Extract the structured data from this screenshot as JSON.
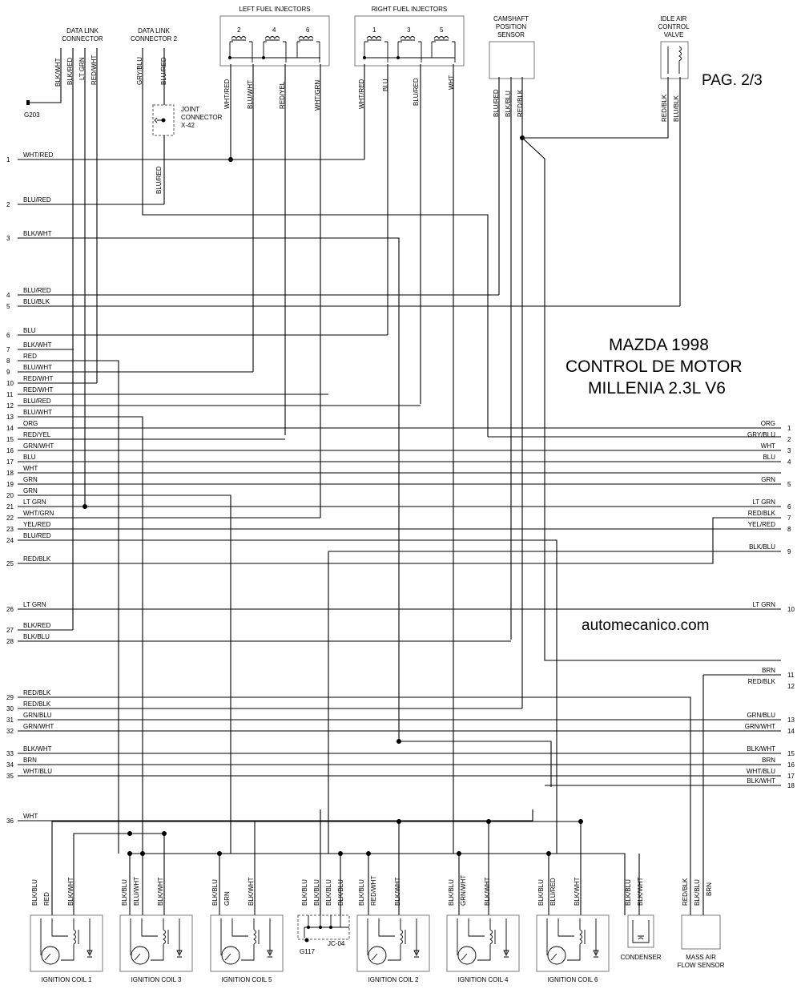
{
  "header": {
    "page": "PAG. 2/3",
    "title_lines": [
      "MAZDA 1998",
      "CONTROL DE MOTOR",
      "MILLENIA 2.3L V6"
    ],
    "website": "automecanico.com"
  },
  "components": {
    "data_link_connector": [
      "DATA LINK",
      "CONNECTOR"
    ],
    "data_link_connector_2": [
      "DATA LINK",
      "CONNECTOR 2"
    ],
    "joint_connector": [
      "JOINT",
      "CONNECTOR",
      "X-42"
    ],
    "left_injectors": "LEFT FUEL INJECTORS",
    "right_injectors": "RIGHT FUEL INJECTORS",
    "camshaft_sensor": [
      "CAMSHAFT",
      "POSITION",
      "SENSOR"
    ],
    "iac_valve": [
      "IDLE AIR",
      "CONTROL",
      "VALVE"
    ],
    "ground_g203": "G203",
    "ground_g117": "G117",
    "jc04": "JC-04",
    "condenser": "CONDENSER",
    "maf_sensor": [
      "MASS AIR",
      "FLOW SENSOR"
    ],
    "coils": [
      "IGNITION COIL 1",
      "IGNITION COIL 3",
      "IGNITION COIL 5",
      "IGNITION COIL 2",
      "IGNITION COIL 4",
      "IGNITION COIL 6"
    ],
    "left_injector_numbers": [
      "2",
      "4",
      "6"
    ],
    "right_injector_numbers": [
      "1",
      "3",
      "5"
    ]
  },
  "top_wire_labels": {
    "dlc": [
      "BLK/WHT",
      "BLK/RED",
      "LT GRN",
      "RED/WHT"
    ],
    "dlc2": [
      "GRY/BLU",
      "BLU/RED"
    ],
    "x42_lower": "BLU/RED",
    "left_inj": [
      "WHT/RED",
      "BLU/WHT",
      "RED/YEL",
      "WHT/GRN"
    ],
    "right_inj": [
      "WHT/RED",
      "BLU",
      "BLU/RED",
      "WHT"
    ],
    "cmp": [
      "BLU/RED",
      "BLK/BLU",
      "RED/BLK"
    ],
    "iac": [
      "RED/BLK",
      "BLU/BLK"
    ]
  },
  "left_pins": [
    {
      "n": "1",
      "label": "WHT/RED"
    },
    {
      "n": "2",
      "label": "BLU/RED"
    },
    {
      "n": "3",
      "label": "BLK/WHT"
    },
    {
      "n": "4",
      "label": "BLU/RED"
    },
    {
      "n": "5",
      "label": "BLU/BLK"
    },
    {
      "n": "6",
      "label": "BLU"
    },
    {
      "n": "7",
      "label": "BLK/WHT"
    },
    {
      "n": "8",
      "label": "RED"
    },
    {
      "n": "9",
      "label": "BLU/WHT"
    },
    {
      "n": "10",
      "label": "RED/WHT"
    },
    {
      "n": "11",
      "label": "RED/WHT"
    },
    {
      "n": "12",
      "label": "BLU/RED"
    },
    {
      "n": "13",
      "label": "BLU/WHT"
    },
    {
      "n": "14",
      "label": "ORG"
    },
    {
      "n": "15",
      "label": "RED/YEL"
    },
    {
      "n": "16",
      "label": "GRN/WHT"
    },
    {
      "n": "17",
      "label": "BLU"
    },
    {
      "n": "18",
      "label": "WHT"
    },
    {
      "n": "19",
      "label": "GRN"
    },
    {
      "n": "20",
      "label": "GRN"
    },
    {
      "n": "21",
      "label": "LT GRN"
    },
    {
      "n": "22",
      "label": "WHT/GRN"
    },
    {
      "n": "23",
      "label": "YEL/RED"
    },
    {
      "n": "24",
      "label": "BLU/RED"
    },
    {
      "n": "25",
      "label": "RED/BLK"
    },
    {
      "n": "26",
      "label": "LT GRN"
    },
    {
      "n": "27",
      "label": "BLK/RED"
    },
    {
      "n": "28",
      "label": "BLK/BLU"
    },
    {
      "n": "29",
      "label": "RED/BLK"
    },
    {
      "n": "30",
      "label": "RED/BLK"
    },
    {
      "n": "31",
      "label": "GRN/BLU"
    },
    {
      "n": "32",
      "label": "GRN/WHT"
    },
    {
      "n": "33",
      "label": "BLK/WHT"
    },
    {
      "n": "34",
      "label": "BRN"
    },
    {
      "n": "35",
      "label": "WHT/BLU"
    },
    {
      "n": "36",
      "label": "WHT"
    }
  ],
  "right_pins": [
    {
      "n": "1",
      "label": "ORG"
    },
    {
      "n": "2",
      "label": "GRY/BLU"
    },
    {
      "n": "3",
      "label": "WHT"
    },
    {
      "n": "4",
      "label": "BLU"
    },
    {
      "n": "5",
      "label": "GRN"
    },
    {
      "n": "6",
      "label": "LT GRN"
    },
    {
      "n": "7",
      "label": "RED/BLK"
    },
    {
      "n": "8",
      "label": "YEL/RED"
    },
    {
      "n": "9",
      "label": "BLK/BLU"
    },
    {
      "n": "10",
      "label": "LT GRN"
    },
    {
      "n": "11",
      "label": "BRN"
    },
    {
      "n": "12",
      "label": "RED/BLK"
    },
    {
      "n": "13",
      "label": "GRN/BLU"
    },
    {
      "n": "14",
      "label": "GRN/WHT"
    },
    {
      "n": "15",
      "label": "BLK/WHT"
    },
    {
      "n": "16",
      "label": "BRN"
    },
    {
      "n": "17",
      "label": "WHT/BLU"
    },
    {
      "n": "18",
      "label": "BLK/WHT"
    }
  ],
  "bottom_wire_labels": {
    "coil1": [
      "BLK/BLU",
      "RED",
      "BLK/WHT"
    ],
    "coil3": [
      "BLK/BLU",
      "BLU/WHT",
      "BLK/WHT"
    ],
    "coil5": [
      "BLK/BLU",
      "GRN",
      "BLK/WHT"
    ],
    "g117": [
      "BLK/BLU",
      "BLK/BLU",
      "BLK/BLU",
      "BLK/BLU"
    ],
    "coil2": [
      "BLK/BLU",
      "RED/WHT",
      "BLK/WHT"
    ],
    "coil4": [
      "BLK/BLU",
      "GRN/WHT",
      "BLK/WHT"
    ],
    "coil6": [
      "BLK/BLU",
      "BLU/RED",
      "BLK/WHT"
    ],
    "condenser": [
      "BLK/BLU",
      "BLK/WHT"
    ],
    "maf": [
      "RED/BLK",
      "BLK/BLU",
      "BRN"
    ]
  }
}
